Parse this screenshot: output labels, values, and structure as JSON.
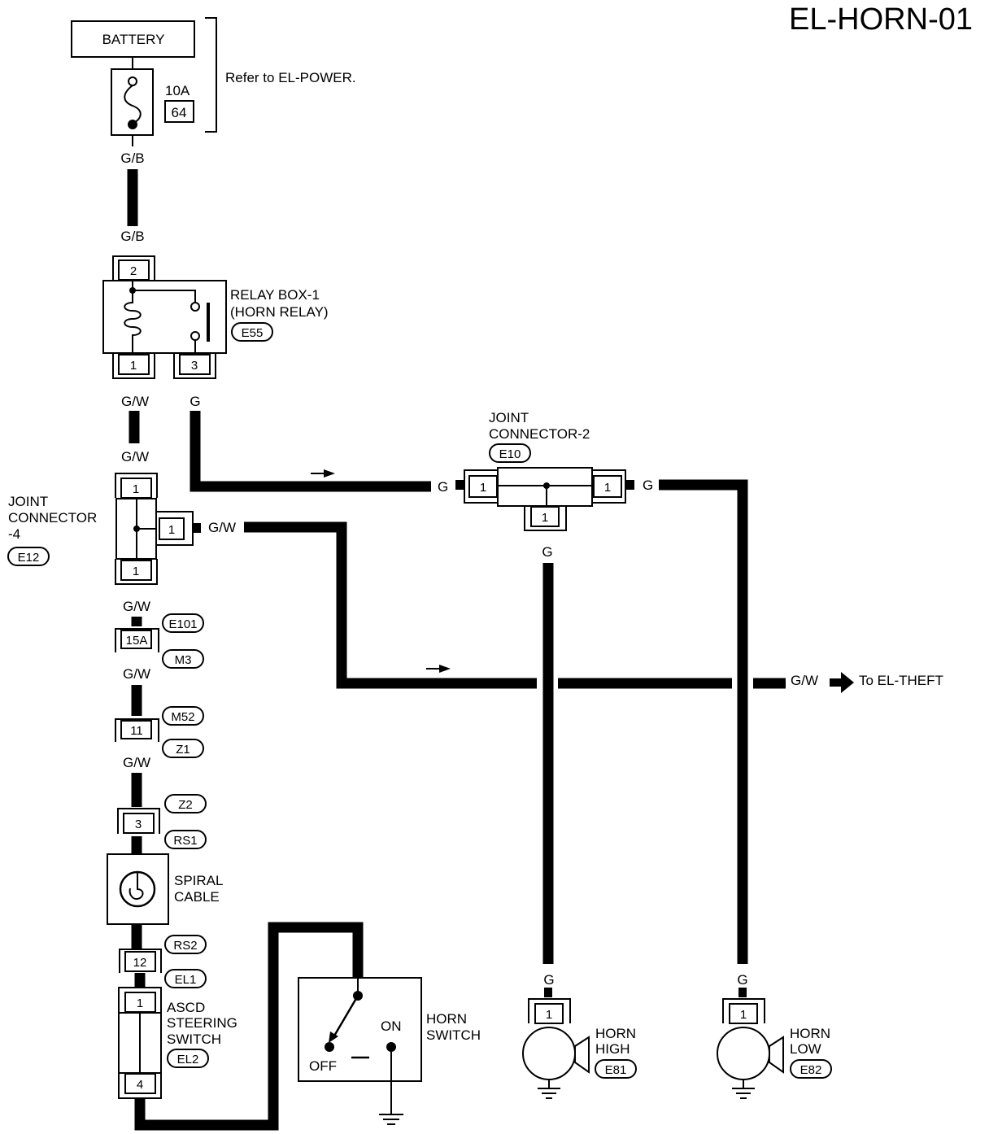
{
  "title": "EL-HORN-01",
  "battery": {
    "label": "BATTERY",
    "fuse_rating": "10A",
    "fuse_number": "64",
    "note": "Refer to EL-POWER."
  },
  "wires": {
    "gb_top": "G/B",
    "gb_bottom": "G/B",
    "gw_1": "G/W",
    "g_relay": "G",
    "gw_2": "G/W",
    "gw_jc4": "G/W",
    "gw_3": "G/W",
    "gw_4": "G/W",
    "gw_5": "G/W",
    "g_jc2_in": "G",
    "g_jc2_out": "G",
    "g_jc2_down": "G",
    "g_high": "G",
    "g_low": "G",
    "gw_theft": "G/W"
  },
  "relay": {
    "line1": "RELAY BOX-1",
    "line2": "(HORN RELAY)",
    "code": "E55",
    "pin_top": "2",
    "pin_left": "1",
    "pin_right": "3"
  },
  "jc4": {
    "line1": "JOINT",
    "line2": "CONNECTOR",
    "line3": "-4",
    "code": "E12",
    "pin_top": "1",
    "pin_right": "1",
    "pin_bottom": "1"
  },
  "jc2": {
    "line1": "JOINT",
    "line2": "CONNECTOR-2",
    "code": "E10",
    "pin_left": "1",
    "pin_right": "1",
    "pin_bottom": "1"
  },
  "connectors": {
    "c15a": "15A",
    "e101": "E101",
    "m3": "M3",
    "c11": "11",
    "m52": "M52",
    "z1": "Z1",
    "c3": "3",
    "z2": "Z2",
    "rs1": "RS1",
    "c12": "12",
    "rs2": "RS2",
    "el1": "EL1"
  },
  "spiral": {
    "line1": "SPIRAL",
    "line2": "CABLE"
  },
  "ascd": {
    "line1": "ASCD",
    "line2": "STEERING",
    "line3": "SWITCH",
    "code": "EL2",
    "pin_top": "1",
    "pin_bottom": "4"
  },
  "horn_switch": {
    "line1": "HORN",
    "line2": "SWITCH",
    "on": "ON",
    "off": "OFF"
  },
  "horn_high": {
    "line1": "HORN",
    "line2": "HIGH",
    "code": "E81",
    "pin": "1"
  },
  "horn_low": {
    "line1": "HORN",
    "line2": "LOW",
    "code": "E82",
    "pin": "1"
  },
  "theft": {
    "label": "To EL-THEFT"
  }
}
